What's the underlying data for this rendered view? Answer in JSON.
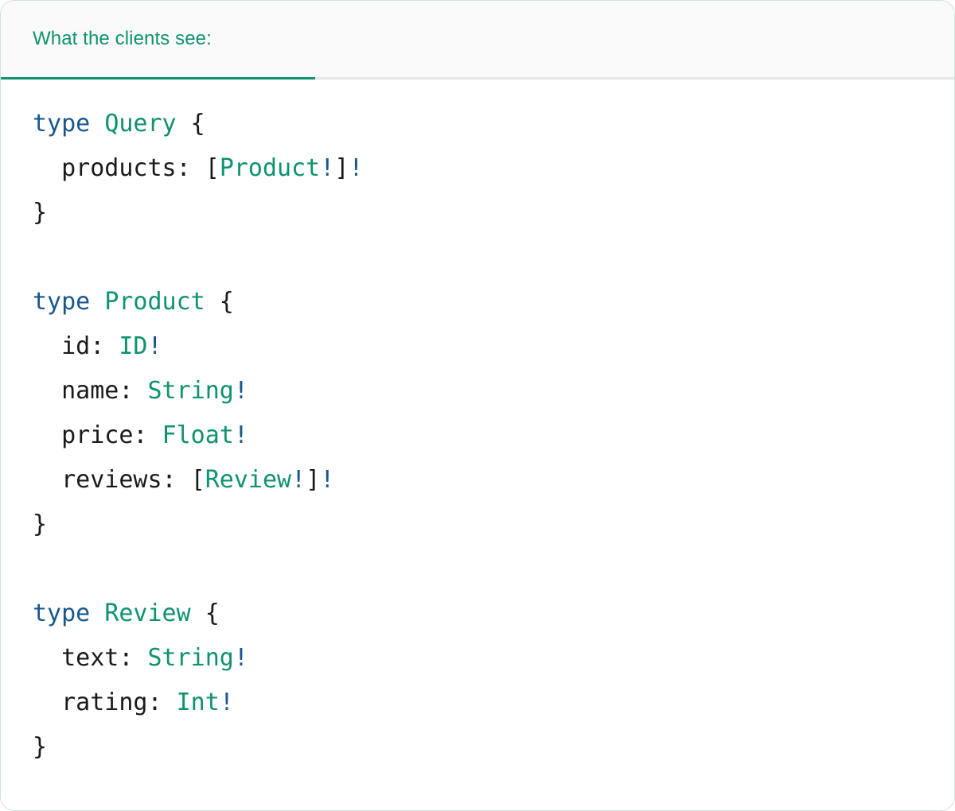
{
  "panel": {
    "accent_color": "#0e9270",
    "border_color": "#cfe3d8",
    "header_bg": "#fafafa",
    "body_bg": "#ffffff"
  },
  "tabs": [
    {
      "label": "What the clients see:",
      "active": true
    }
  ],
  "code": {
    "language": "graphql",
    "colors": {
      "keyword": "#17578f",
      "type_name": "#0e9270",
      "field_name": "#1a1a1a",
      "punctuation": "#1a1a1a",
      "non_null_bang": "#17578f"
    },
    "text": "type Query {\n  products: [Product!]!\n}\n\ntype Product {\n  id: ID!\n  name: String!\n  price: Float!\n  reviews: [Review!]!\n}\n\ntype Review {\n  text: String!\n  rating: Int!\n}",
    "lines": [
      {
        "tokens": [
          {
            "t": "type",
            "c": "kw"
          },
          {
            "t": " ",
            "c": "punct"
          },
          {
            "t": "Query",
            "c": "type"
          },
          {
            "t": " {",
            "c": "punct"
          }
        ]
      },
      {
        "tokens": [
          {
            "t": "  products: ",
            "c": "field"
          },
          {
            "t": "[",
            "c": "punct"
          },
          {
            "t": "Product",
            "c": "type"
          },
          {
            "t": "!",
            "c": "bang"
          },
          {
            "t": "]",
            "c": "punct"
          },
          {
            "t": "!",
            "c": "bang"
          }
        ]
      },
      {
        "tokens": [
          {
            "t": "}",
            "c": "punct"
          }
        ]
      },
      {
        "tokens": []
      },
      {
        "tokens": [
          {
            "t": "type",
            "c": "kw"
          },
          {
            "t": " ",
            "c": "punct"
          },
          {
            "t": "Product",
            "c": "type"
          },
          {
            "t": " {",
            "c": "punct"
          }
        ]
      },
      {
        "tokens": [
          {
            "t": "  id: ",
            "c": "field"
          },
          {
            "t": "ID",
            "c": "type"
          },
          {
            "t": "!",
            "c": "bang"
          }
        ]
      },
      {
        "tokens": [
          {
            "t": "  name: ",
            "c": "field"
          },
          {
            "t": "String",
            "c": "type"
          },
          {
            "t": "!",
            "c": "bang"
          }
        ]
      },
      {
        "tokens": [
          {
            "t": "  price: ",
            "c": "field"
          },
          {
            "t": "Float",
            "c": "type"
          },
          {
            "t": "!",
            "c": "bang"
          }
        ]
      },
      {
        "tokens": [
          {
            "t": "  reviews: ",
            "c": "field"
          },
          {
            "t": "[",
            "c": "punct"
          },
          {
            "t": "Review",
            "c": "type"
          },
          {
            "t": "!",
            "c": "bang"
          },
          {
            "t": "]",
            "c": "punct"
          },
          {
            "t": "!",
            "c": "bang"
          }
        ]
      },
      {
        "tokens": [
          {
            "t": "}",
            "c": "punct"
          }
        ]
      },
      {
        "tokens": []
      },
      {
        "tokens": [
          {
            "t": "type",
            "c": "kw"
          },
          {
            "t": " ",
            "c": "punct"
          },
          {
            "t": "Review",
            "c": "type"
          },
          {
            "t": " {",
            "c": "punct"
          }
        ]
      },
      {
        "tokens": [
          {
            "t": "  text: ",
            "c": "field"
          },
          {
            "t": "String",
            "c": "type"
          },
          {
            "t": "!",
            "c": "bang"
          }
        ]
      },
      {
        "tokens": [
          {
            "t": "  rating: ",
            "c": "field"
          },
          {
            "t": "Int",
            "c": "type"
          },
          {
            "t": "!",
            "c": "bang"
          }
        ]
      },
      {
        "tokens": [
          {
            "t": "}",
            "c": "punct"
          }
        ]
      }
    ]
  }
}
